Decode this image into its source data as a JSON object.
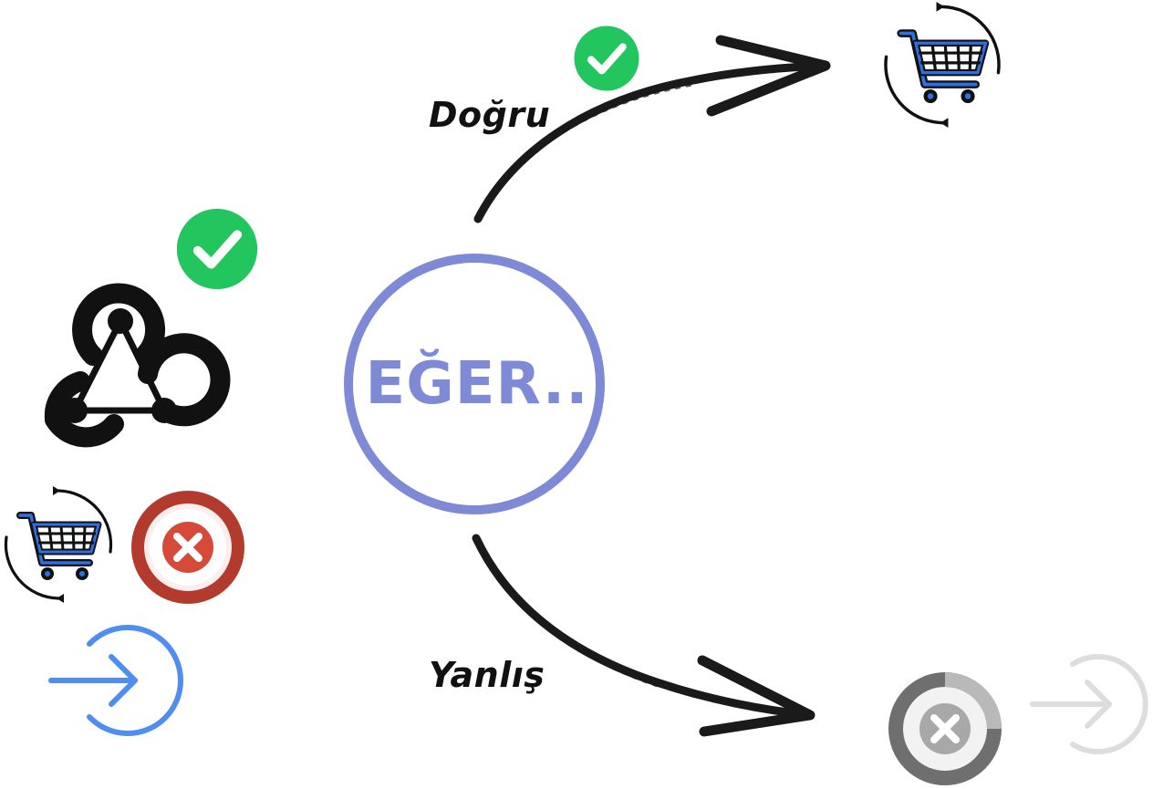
{
  "condition": {
    "label": "EĞER..",
    "color": "#7f8ad6"
  },
  "branches": {
    "true_label": "Doğru",
    "false_label": "Yanlış"
  },
  "icons": {
    "left_group": [
      "check-circle-icon",
      "webhook-icon",
      "cart-refresh-icon",
      "error-x-icon",
      "enter-arrow-icon"
    ],
    "true_target": [
      "check-circle-icon",
      "cart-refresh-icon"
    ],
    "false_target": [
      "error-x-icon",
      "enter-arrow-icon"
    ]
  },
  "colors": {
    "success": "#22c55e",
    "error": "#d64a3a",
    "error_ring": "#b23b2e",
    "enter_blue": "#4f8ef0",
    "cart_blue": "#2f6fe0",
    "disabled_gray": "#777777",
    "faded_gray": "#dddddd",
    "arrow": "#1a1a1a"
  }
}
